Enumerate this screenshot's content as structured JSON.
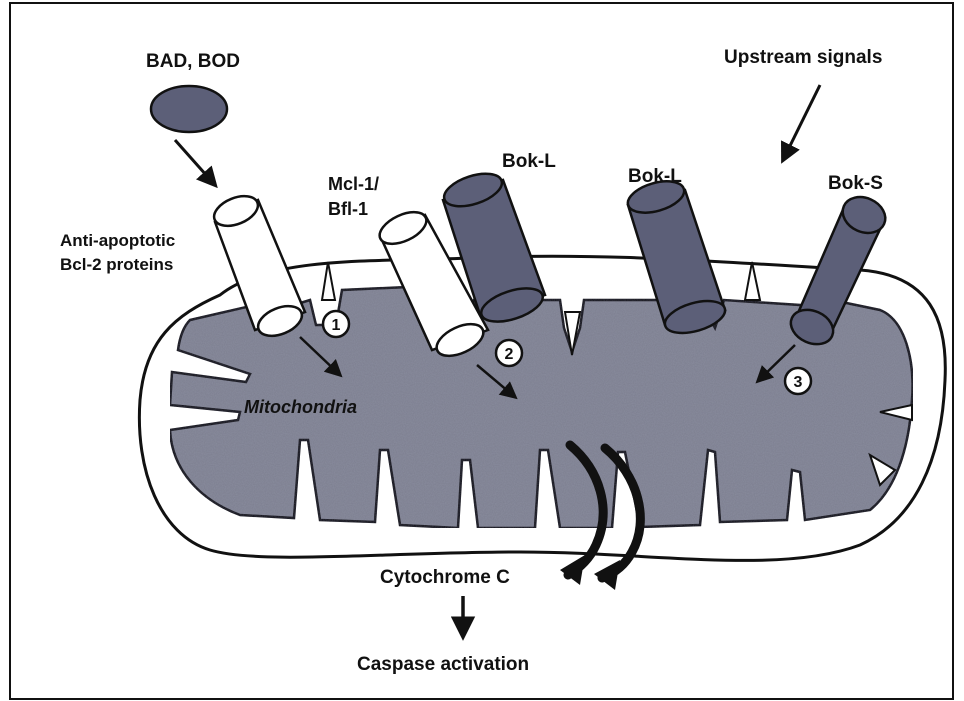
{
  "labels": {
    "bad_bod": "BAD, BOD",
    "upstream": "Upstream signals",
    "anti_line1": "Anti-apoptotic",
    "anti_line2": "Bcl-2 proteins",
    "mcl_line1": "Mcl-1/",
    "mcl_line2": "Bfl-1",
    "bokl_1": "Bok-L",
    "bokl_2": "Bok-L",
    "boks": "Bok-S",
    "mito": "Mitochondria",
    "cyto": "Cytochrome C",
    "caspase": "Caspase activation",
    "step1": "1",
    "step2": "2",
    "step3": "3"
  },
  "colors": {
    "matrix": "#8a8d9e",
    "dark_channel": "#5c5f78",
    "light_channel": "#ffffff",
    "outline": "#111111",
    "space": "#ffffff"
  }
}
